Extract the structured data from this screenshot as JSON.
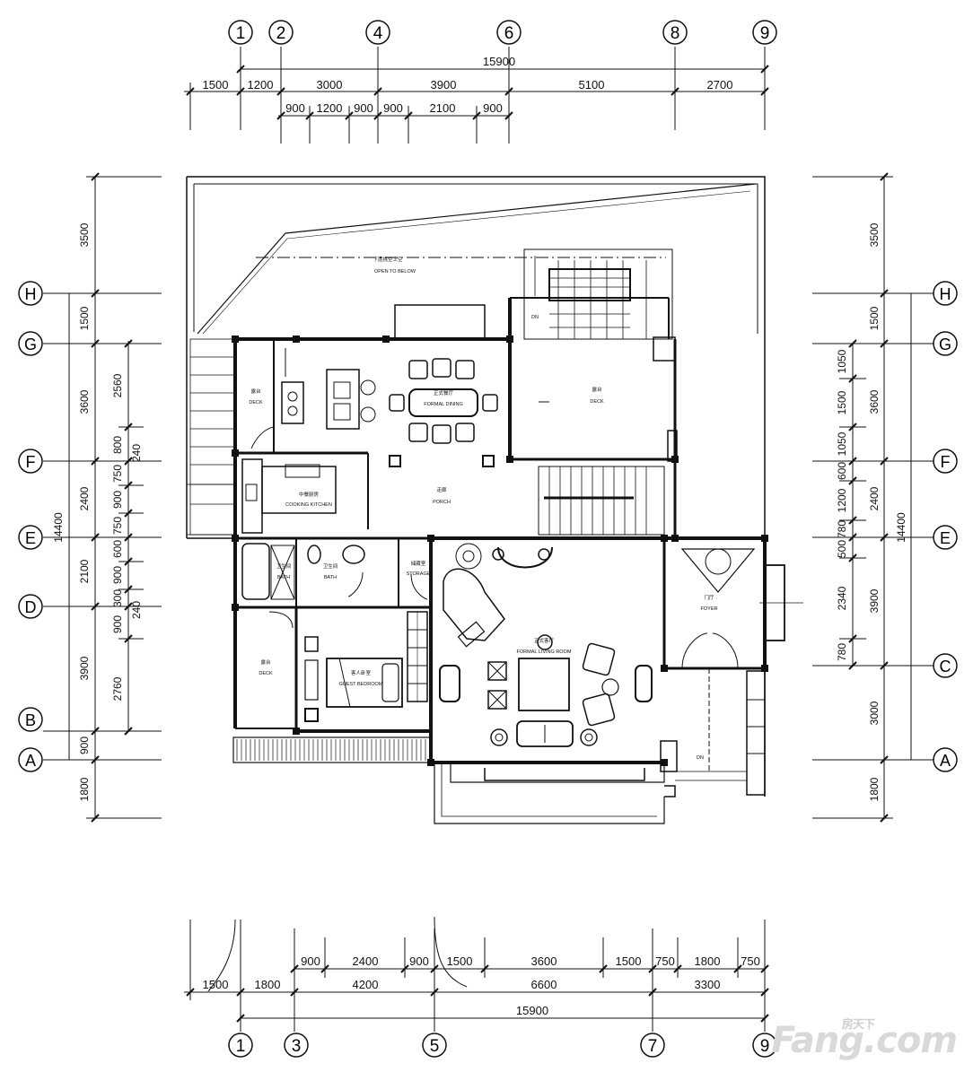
{
  "top_axes": [
    "1",
    "2",
    "4",
    "6",
    "8",
    "9"
  ],
  "bottom_axes": [
    "1",
    "3",
    "5",
    "7",
    "9"
  ],
  "left_axes": [
    "H",
    "G",
    "F",
    "E",
    "D",
    "B",
    "A"
  ],
  "right_axes": [
    "H",
    "G",
    "F",
    "E",
    "C",
    "A"
  ],
  "top_dims": {
    "overall": "15900",
    "row1": [
      "1500",
      "1200",
      "3000",
      "3900",
      "5100",
      "2700"
    ],
    "row2": [
      "900",
      "1200",
      "900",
      "900",
      "2100",
      "900"
    ]
  },
  "bottom_dims": {
    "row1": [
      "900",
      "2400",
      "900",
      "1500",
      "3600",
      "1500",
      "750",
      "1800",
      "750"
    ],
    "row2": [
      "1500",
      "1800",
      "4200",
      "6600",
      "3300"
    ],
    "overall": "15900"
  },
  "left_dims": {
    "outer": [
      "3500",
      "1500",
      "3600",
      "2400",
      "2100",
      "3900",
      "900",
      "1800"
    ],
    "inner": [
      "2560",
      "800",
      "750",
      "900",
      "750",
      "600",
      "900",
      "300",
      "900",
      "2760"
    ],
    "mid": [
      "240",
      "240"
    ],
    "total": "14400"
  },
  "right_dims": {
    "outer": [
      "3500",
      "1500",
      "3600",
      "2400",
      "3900",
      "3000",
      "1800"
    ],
    "inner": [
      "1050",
      "1500",
      "1050",
      "600",
      "1200",
      "780",
      "500",
      "2340",
      "780"
    ],
    "total": "14400"
  },
  "rooms": {
    "open_below_cn": "下层挑空上空",
    "open_below_en": "OPEN TO BELOW",
    "deck_cn": "露台",
    "deck_en": "DECK",
    "dn": "DN",
    "formal_dining_cn": "正式餐厅",
    "formal_dining_en": "FORMAL DINING",
    "cooking_kitchen_cn": "中餐厨房",
    "cooking_kitchen_en": "COOKING KITCHEN",
    "porch_cn": "走廊",
    "porch_en": "PORCH",
    "bath_cn": "卫生间",
    "bath_en": "BATH",
    "storage_cn": "储藏室",
    "storage_en": "STORAGE",
    "foyer_cn": "门厅",
    "foyer_en": "FOYER",
    "living_cn": "正式客厅",
    "living_en": "FORMAL LIVING ROOM",
    "guest_cn": "客人卧室",
    "guest_en": "GUEST BEDROOM"
  },
  "watermark": {
    "brand": "Fang.com",
    "cn": "房天下"
  }
}
